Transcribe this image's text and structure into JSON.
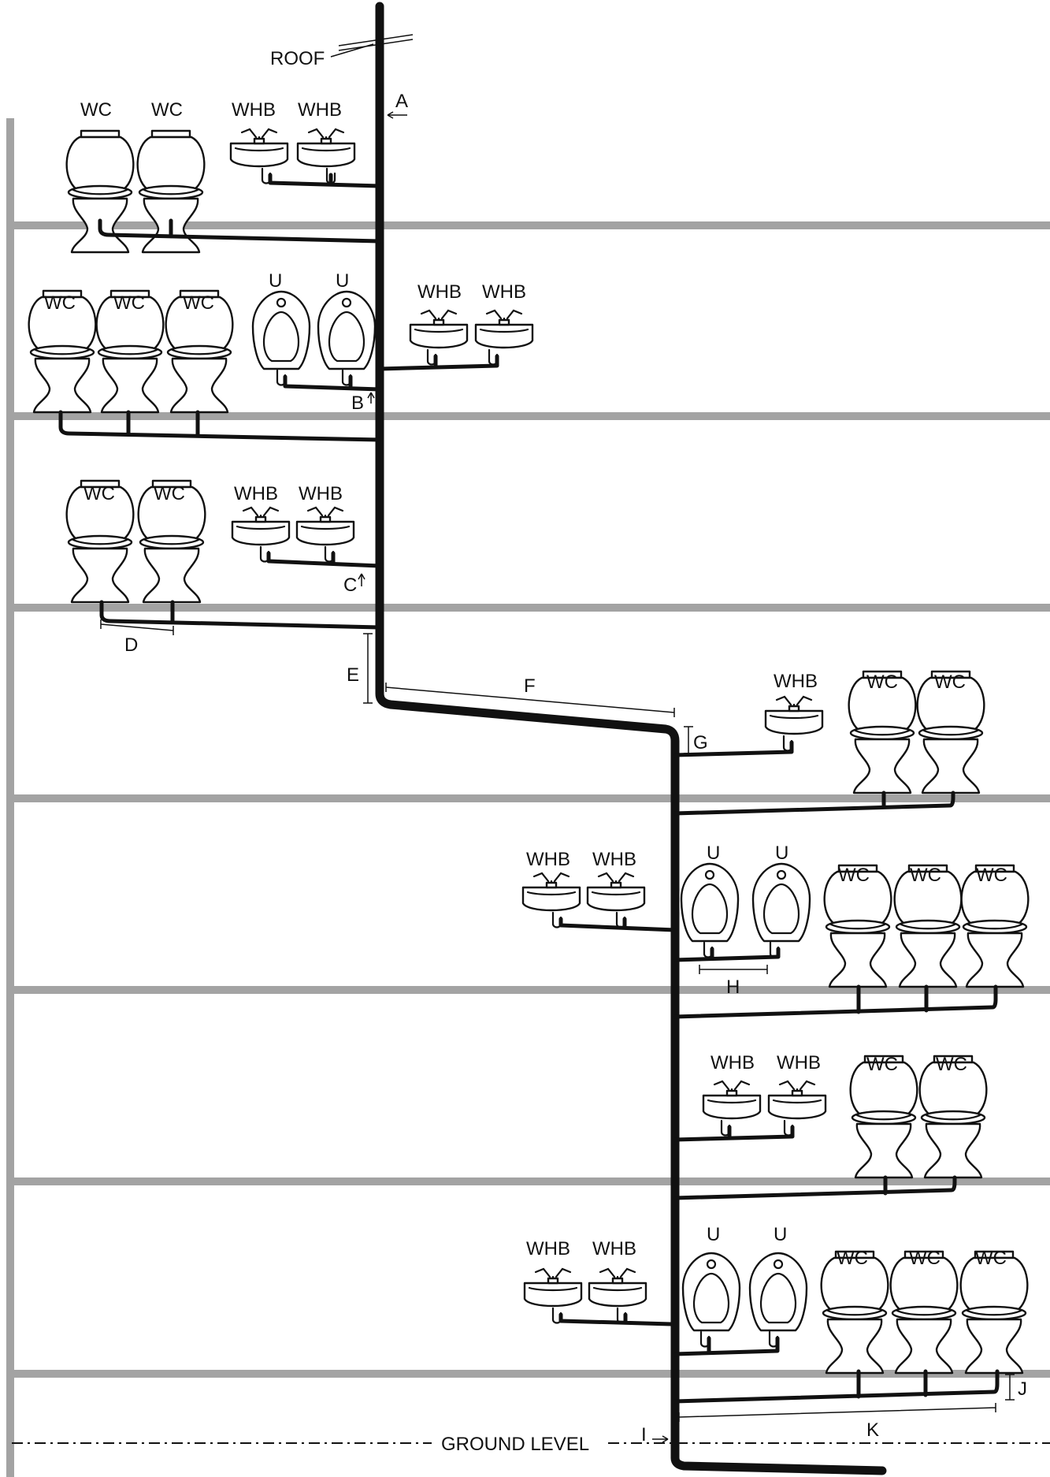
{
  "labels": {
    "roof": "ROOF",
    "ground": "GROUND LEVEL",
    "wc": "WC",
    "whb": "WHB",
    "u": "U"
  },
  "dimensions": {
    "a": "A",
    "b": "B",
    "c": "C",
    "d": "D",
    "e": "E",
    "f": "F",
    "g": "G",
    "h": "H",
    "i": "I",
    "j": "J",
    "k": "K"
  },
  "colors": {
    "floor": "#a3a3a3",
    "pipe": "#111111"
  }
}
